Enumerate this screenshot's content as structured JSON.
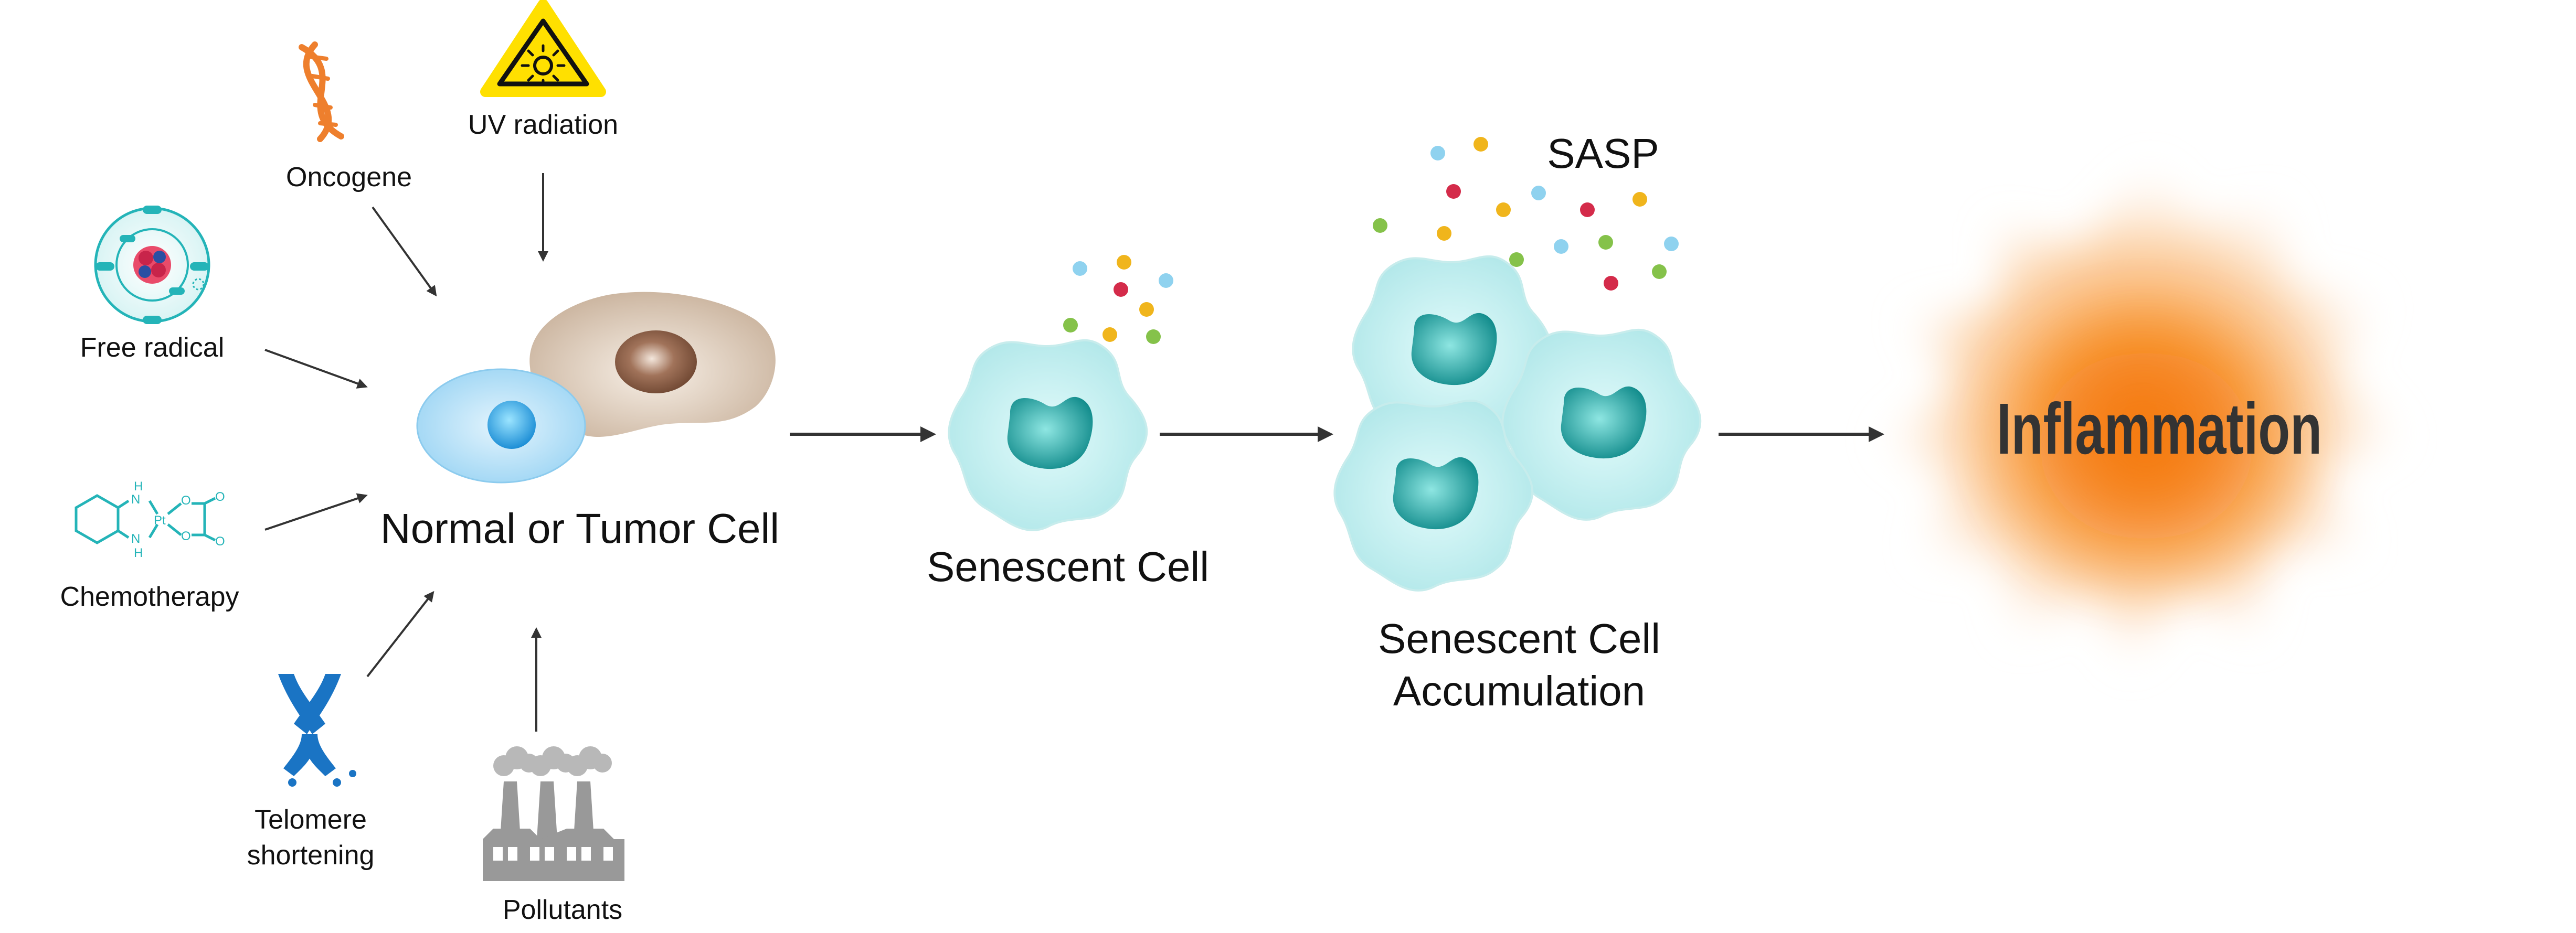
{
  "labels": {
    "oncogene": "Oncogene",
    "uv_radiation": "UV radiation",
    "free_radical": "Free radical",
    "chemotherapy": "Chemotherapy",
    "telomere_line1": "Telomere",
    "telomere_line2": "shortening",
    "pollutants": "Pollutants",
    "normal_tumor_cell": "Normal or Tumor Cell",
    "senescent_cell": "Senescent Cell",
    "accumulation_line1": "Senescent Cell",
    "accumulation_line2": "Accumulation",
    "sasp": "SASP",
    "inflammation": "Inflammation"
  },
  "chem_text": {
    "pt": "Pt",
    "n_top": "N",
    "n_bottom": "N",
    "h_top": "H",
    "h_bottom": "H",
    "o1": "O",
    "o2": "O",
    "o3": "O",
    "o4": "O"
  },
  "colors": {
    "arrow": "#333333",
    "normal_cell": "#a9dcf7",
    "tumor_cell": "#d1bfae",
    "senescent_cell": "#b8ecec",
    "nucleus": "#1f9a9a",
    "dna": "#ee7f2d",
    "warning": "#ffe000",
    "chromosome": "#1a74c4",
    "chem": "#24b4b8",
    "factory": "#999999",
    "inflammation": "#f58a1f",
    "sasp_dots": [
      "#f0b51c",
      "#d42b4a",
      "#85c24a",
      "#8fd2ef"
    ]
  }
}
